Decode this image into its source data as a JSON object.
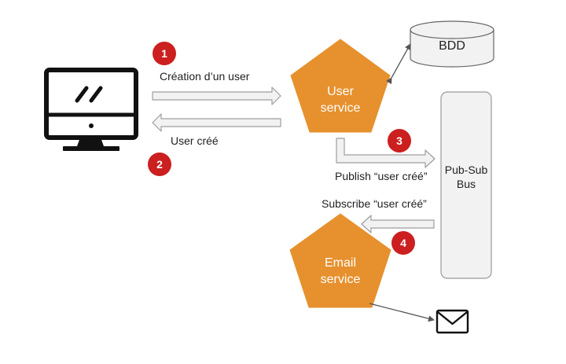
{
  "colors": {
    "service_fill": "#E6912E",
    "badge_red": "#CC1F1F",
    "arrow_fill": "#F2F2F2",
    "arrow_stroke": "#9E9E9E",
    "shape_stroke": "#555555"
  },
  "icons": {
    "client": "computer-monitor-icon",
    "mail": "envelope-icon",
    "database": "database-cylinder-icon"
  },
  "nodes": {
    "user_service": [
      "User",
      "service"
    ],
    "email_service": [
      "Email",
      "service"
    ],
    "database": "BDD",
    "bus": [
      "Pub-Sub",
      "Bus"
    ]
  },
  "edges": {
    "create_user": "Création d’un user",
    "user_created": "User créé",
    "publish": "Publish “user créé”",
    "subscribe": "Subscribe “user créé”"
  },
  "steps": [
    "1",
    "2",
    "3",
    "4"
  ]
}
